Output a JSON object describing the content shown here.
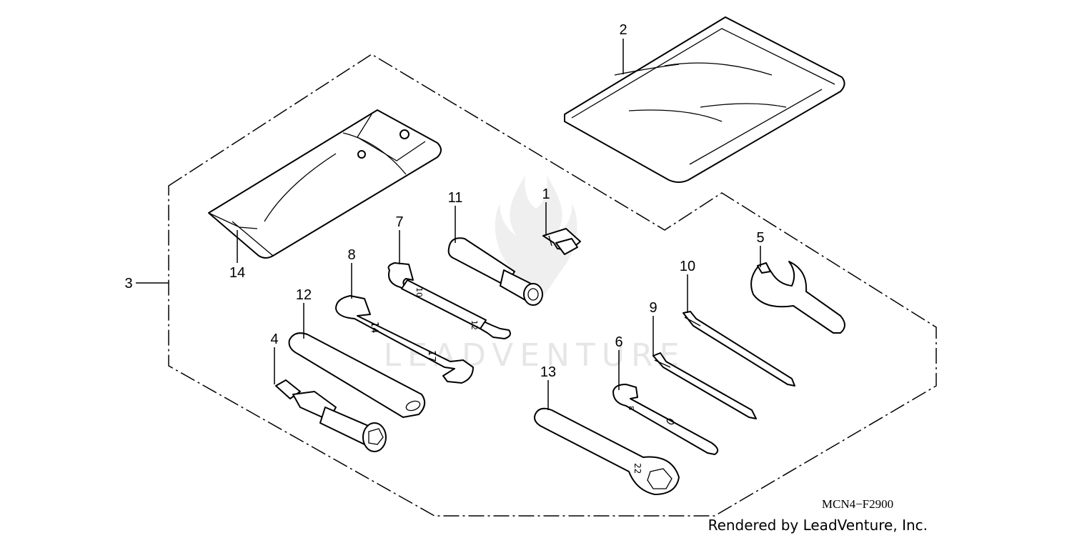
{
  "callouts": [
    {
      "label": "1",
      "part": "wrench-bit-clip"
    },
    {
      "label": "2",
      "part": "tool-kit-bag"
    },
    {
      "label": "3",
      "part": "tool-set-assembly"
    },
    {
      "label": "4",
      "part": "spark-plug-wrench"
    },
    {
      "label": "5",
      "part": "pin-spanner-wrench"
    },
    {
      "label": "6",
      "part": "open-end-wrench-8mm"
    },
    {
      "label": "7",
      "part": "open-end-wrench-10-12"
    },
    {
      "label": "8",
      "part": "open-end-wrench-14-17"
    },
    {
      "label": "9",
      "part": "phillips-screwdriver"
    },
    {
      "label": "10",
      "part": "flat-screwdriver"
    },
    {
      "label": "11",
      "part": "screwdriver-handle"
    },
    {
      "label": "12",
      "part": "extension-bar"
    },
    {
      "label": "13",
      "part": "box-end-wrench"
    },
    {
      "label": "14",
      "part": "tool-pouch"
    }
  ],
  "diagram_code": "MCN4−F2900",
  "credit": "Rendered by LeadVenture, Inc.",
  "watermark": "LEADVENTURE",
  "stamps": {
    "w7_small": "10",
    "w7_large": "12",
    "w8_small": "14",
    "w8_large": "17",
    "w6": "8",
    "w13": "22"
  }
}
